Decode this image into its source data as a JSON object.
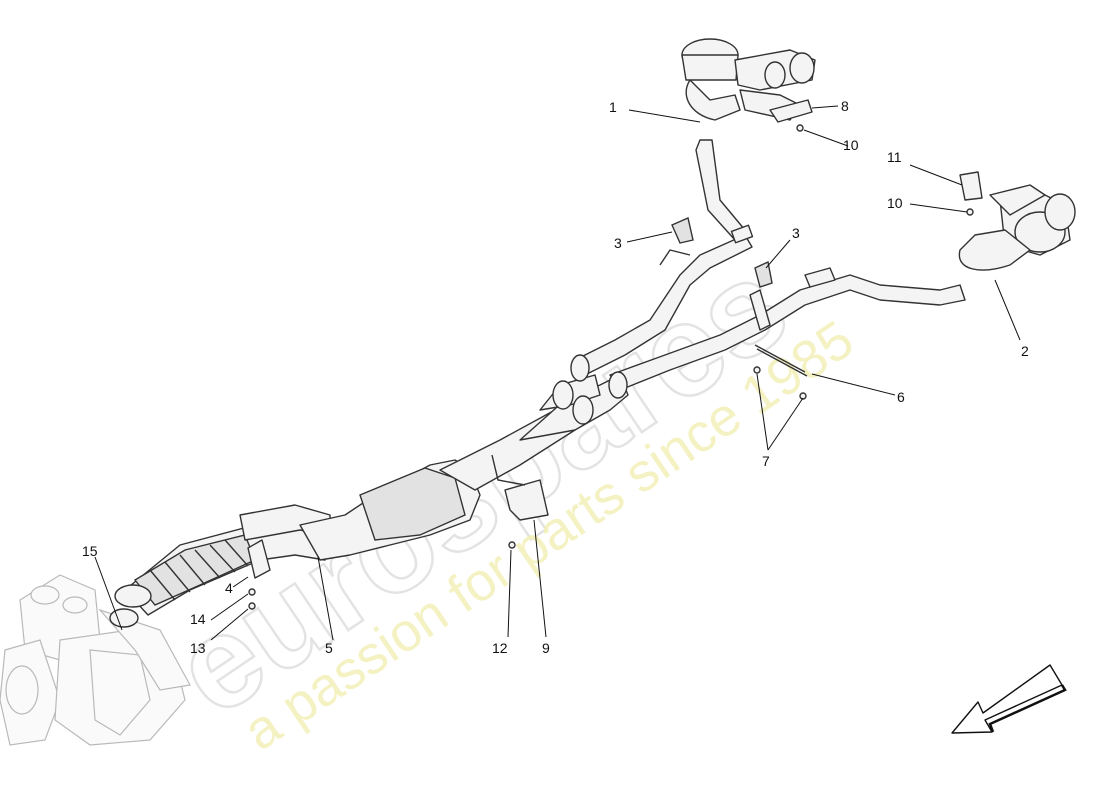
{
  "watermark": {
    "brand": "eurospares",
    "tagline": "a passion for parts since 1985"
  },
  "callouts": [
    {
      "id": "c1",
      "label": "1"
    },
    {
      "id": "c2",
      "label": "2"
    },
    {
      "id": "c3a",
      "label": "3"
    },
    {
      "id": "c3b",
      "label": "3"
    },
    {
      "id": "c4",
      "label": "4"
    },
    {
      "id": "c5",
      "label": "5"
    },
    {
      "id": "c6",
      "label": "6"
    },
    {
      "id": "c7",
      "label": "7"
    },
    {
      "id": "c8",
      "label": "8"
    },
    {
      "id": "c9",
      "label": "9"
    },
    {
      "id": "c10a",
      "label": "10"
    },
    {
      "id": "c10b",
      "label": "10"
    },
    {
      "id": "c11",
      "label": "11"
    },
    {
      "id": "c12",
      "label": "12"
    },
    {
      "id": "c13",
      "label": "13"
    },
    {
      "id": "c14",
      "label": "14"
    },
    {
      "id": "c15",
      "label": "15"
    }
  ],
  "direction_arrow": {
    "icon": "direction-arrow-icon"
  }
}
